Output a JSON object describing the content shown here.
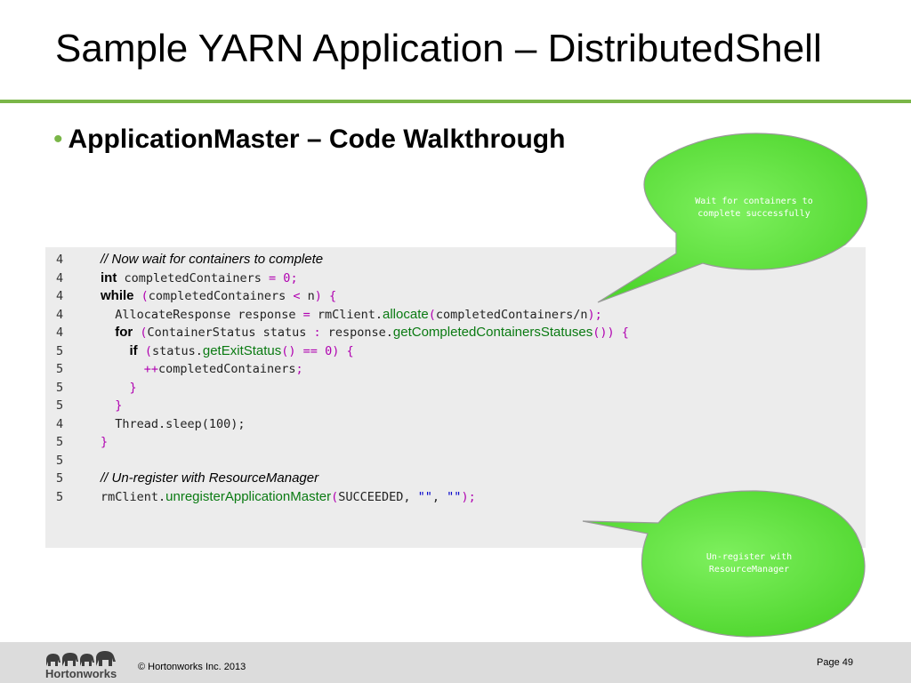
{
  "slide": {
    "title": "Sample YARN Application – DistributedShell",
    "bullet": "ApplicationMaster – Code Walkthrough",
    "bullet_symbol": "•",
    "accent_color": "#7ab648"
  },
  "code": {
    "lines": [
      {
        "n": "4",
        "parts": [
          [
            "c",
            "// Now wait for containers to complete"
          ]
        ]
      },
      {
        "n": "4",
        "parts": [
          [
            "k",
            "int"
          ],
          [
            "m",
            " completedContainers "
          ],
          [
            "o",
            "="
          ],
          [
            "m",
            " "
          ],
          [
            "num",
            "0"
          ],
          [
            "o",
            ";"
          ]
        ]
      },
      {
        "n": "4",
        "parts": [
          [
            "k",
            "while"
          ],
          [
            "m",
            " "
          ],
          [
            "o",
            "("
          ],
          [
            "m",
            "completedContainers "
          ],
          [
            "o",
            "<"
          ],
          [
            "m",
            " n"
          ],
          [
            "o",
            ")"
          ],
          [
            "m",
            " "
          ],
          [
            "o",
            "{"
          ]
        ]
      },
      {
        "n": "4",
        "parts": [
          [
            "m",
            "  AllocateResponse response "
          ],
          [
            "o",
            "="
          ],
          [
            "m",
            " rmClient."
          ],
          [
            "f",
            "allocate"
          ],
          [
            "o",
            "("
          ],
          [
            "m",
            "completedContainers/n"
          ],
          [
            "o",
            ");"
          ]
        ]
      },
      {
        "n": "4",
        "parts": [
          [
            "m",
            "  "
          ],
          [
            "k",
            "for"
          ],
          [
            "m",
            " "
          ],
          [
            "o",
            "("
          ],
          [
            "m",
            "ContainerStatus status "
          ],
          [
            "o",
            ":"
          ],
          [
            "m",
            " response."
          ],
          [
            "f",
            "getCompletedContainersStatuses"
          ],
          [
            "o",
            "())"
          ],
          [
            "m",
            " "
          ],
          [
            "o",
            "{"
          ]
        ]
      },
      {
        "n": "5",
        "parts": [
          [
            "m",
            "    "
          ],
          [
            "k",
            "if"
          ],
          [
            "m",
            " "
          ],
          [
            "o",
            "("
          ],
          [
            "m",
            "status."
          ],
          [
            "f",
            "getExitStatus"
          ],
          [
            "o",
            "()"
          ],
          [
            "m",
            " "
          ],
          [
            "o",
            "=="
          ],
          [
            "m",
            " "
          ],
          [
            "num",
            "0"
          ],
          [
            "o",
            ")"
          ],
          [
            "m",
            " "
          ],
          [
            "o",
            "{"
          ]
        ]
      },
      {
        "n": "5",
        "parts": [
          [
            "m",
            "      "
          ],
          [
            "o",
            "++"
          ],
          [
            "m",
            "completedContainers"
          ],
          [
            "o",
            ";"
          ]
        ]
      },
      {
        "n": "5",
        "parts": [
          [
            "m",
            "    "
          ],
          [
            "o",
            "}"
          ]
        ]
      },
      {
        "n": "5",
        "parts": [
          [
            "m",
            "  "
          ],
          [
            "o",
            "}"
          ]
        ]
      },
      {
        "n": "4",
        "parts": [
          [
            "m",
            "  Thread.sleep(100);"
          ]
        ]
      },
      {
        "n": "5",
        "parts": [
          [
            "o",
            "}"
          ]
        ]
      },
      {
        "n": "5",
        "parts": []
      },
      {
        "n": "5",
        "parts": [
          [
            "c",
            "// Un-register with ResourceManager"
          ]
        ]
      },
      {
        "n": "5",
        "parts": [
          [
            "m",
            "rmClient."
          ],
          [
            "f",
            "unregisterApplicationMaster"
          ],
          [
            "o",
            "("
          ],
          [
            "m",
            "SUCCEEDED, "
          ],
          [
            "str",
            "\"\""
          ],
          [
            "m",
            ", "
          ],
          [
            "str",
            "\"\""
          ],
          [
            "o",
            ");"
          ]
        ]
      }
    ]
  },
  "callouts": {
    "wait": {
      "line1": "Wait for containers to",
      "line2": "complete successfully"
    },
    "unregister": {
      "line1": "Un-register with",
      "line2": "ResourceManager"
    },
    "fill_color": "#5ee03e"
  },
  "footer": {
    "logo_text": "Hortonworks",
    "logo_icon": "elephant-herd-icon",
    "copyright": "© Hortonworks Inc. 2013",
    "page": "Page 49"
  }
}
